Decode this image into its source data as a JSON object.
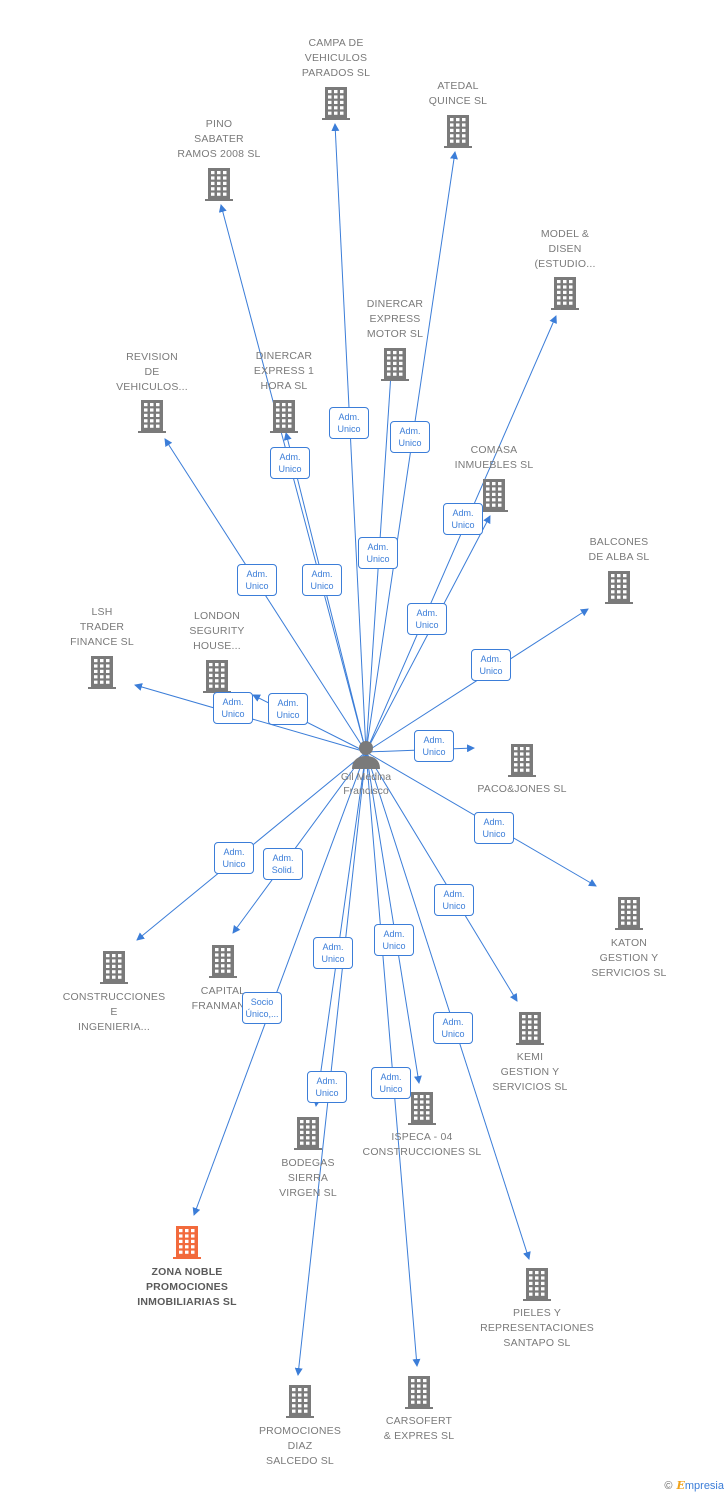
{
  "center": {
    "name": "Gil Medina\nFrancisco",
    "icon": "person-icon"
  },
  "companies": [
    {
      "id": "campa",
      "label": "CAMPA DE\nVEHICULOS\nPARADOS SL"
    },
    {
      "id": "atedal",
      "label": "ATEDAL\nQUINCE SL"
    },
    {
      "id": "pino",
      "label": "PINO\nSABATER\nRAMOS 2008 SL"
    },
    {
      "id": "model",
      "label": "MODEL &\nDISEN\n(ESTUDIO..."
    },
    {
      "id": "dinercar_motor",
      "label": "DINERCAR\nEXPRESS\nMOTOR SL"
    },
    {
      "id": "revision",
      "label": "REVISION\nDE\nVEHICULOS..."
    },
    {
      "id": "dinercar_1hora",
      "label": "DINERCAR\nEXPRESS 1\nHORA SL"
    },
    {
      "id": "comasa",
      "label": "COMASA\nINMUEBLES SL"
    },
    {
      "id": "balcones",
      "label": "BALCONES\nDE ALBA SL"
    },
    {
      "id": "lsh",
      "label": "LSH\nTRADER\nFINANCE SL"
    },
    {
      "id": "london",
      "label": "LONDON\nSEGURITY\nHOUSE..."
    },
    {
      "id": "pacojones",
      "label": "PACO&JONES SL"
    },
    {
      "id": "katon",
      "label": "KATON\nGESTION Y\nSERVICIOS SL"
    },
    {
      "id": "construcciones",
      "label": "CONSTRUCCIONES\nE\nINGENIERIA..."
    },
    {
      "id": "capital",
      "label": "CAPITAL\nFRANMAN..."
    },
    {
      "id": "kemi",
      "label": "KEMI\nGESTION Y\nSERVICIOS SL"
    },
    {
      "id": "ispeca",
      "label": "ISPECA -  04\nCONSTRUCCIONES SL"
    },
    {
      "id": "bodegas",
      "label": "BODEGAS\nSIERRA\nVIRGEN SL"
    },
    {
      "id": "zonanoble",
      "label": "ZONA NOBLE\nPROMOCIONES\nINMOBILIARIAS SL"
    },
    {
      "id": "pieles",
      "label": "PIELES Y\nREPRESENTACIONES\nSANTAPO  SL"
    },
    {
      "id": "promociones",
      "label": "PROMOCIONES\nDIAZ\nSALCEDO SL"
    },
    {
      "id": "carsofert",
      "label": "CARSOFERT\n& EXPRES SL"
    }
  ],
  "edge_labels": [
    "Adm.\nUnico",
    "Adm.\nUnico",
    "Adm.\nUnico",
    "Adm.\nUnico",
    "Adm.\nUnico",
    "Adm.\nUnico",
    "Adm.\nUnico",
    "Adm.\nUnico",
    "Adm.\nUnico",
    "Adm.\nUnico",
    "Adm.\nUnico",
    "Adm.\nUnico",
    "Adm.\nUnico",
    "Adm.\nUnico",
    "Adm.\nSolid.",
    "Adm.\nUnico",
    "Adm.\nUnico",
    "Adm.\nUnico",
    "Socio\nÚnico,...",
    "Adm.\nUnico",
    "Adm.\nUnico",
    "Adm.\nUnico"
  ],
  "colors": {
    "edge": "#3b7dd8",
    "building": "#7a7a7a",
    "highlight": "#f26a3c"
  },
  "footer": {
    "copyright": "©",
    "brand": "mpresia",
    "brand_initial": "E"
  }
}
